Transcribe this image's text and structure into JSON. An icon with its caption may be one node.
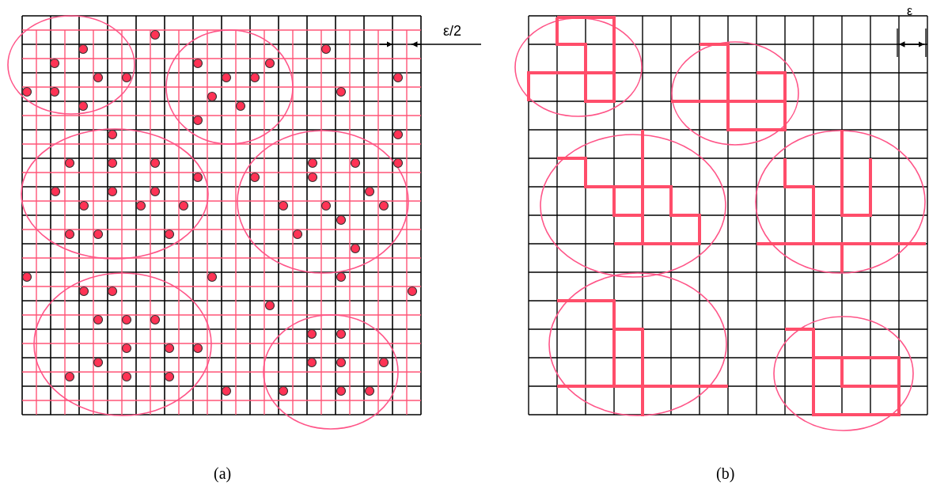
{
  "diagram": {
    "labels": [
      "ε/2",
      "ε",
      "(a)",
      "(b)"
    ]
  }
}
